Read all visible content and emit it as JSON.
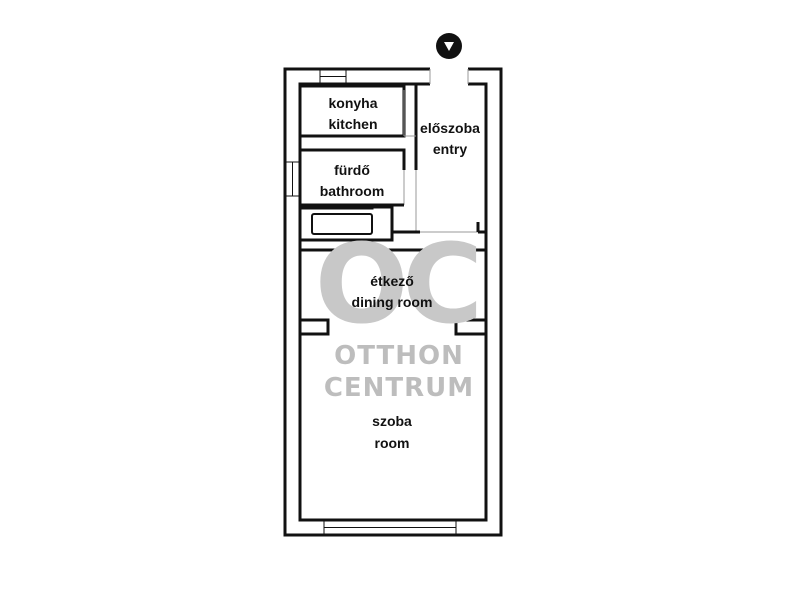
{
  "rooms": {
    "kitchen": {
      "hu": "konyha",
      "en": "kitchen"
    },
    "entry": {
      "hu": "előszoba",
      "en": "entry"
    },
    "bathroom": {
      "hu": "fürdő",
      "en": "bathroom"
    },
    "dining": {
      "hu": "étkező",
      "en": "dining room"
    },
    "room": {
      "hu": "szoba",
      "en": "room"
    }
  },
  "watermark": {
    "mark": "OC",
    "line1": "OTTHON",
    "line2": "CENTRUM"
  },
  "entrance_marker_icon": "entrance-arrow-icon"
}
